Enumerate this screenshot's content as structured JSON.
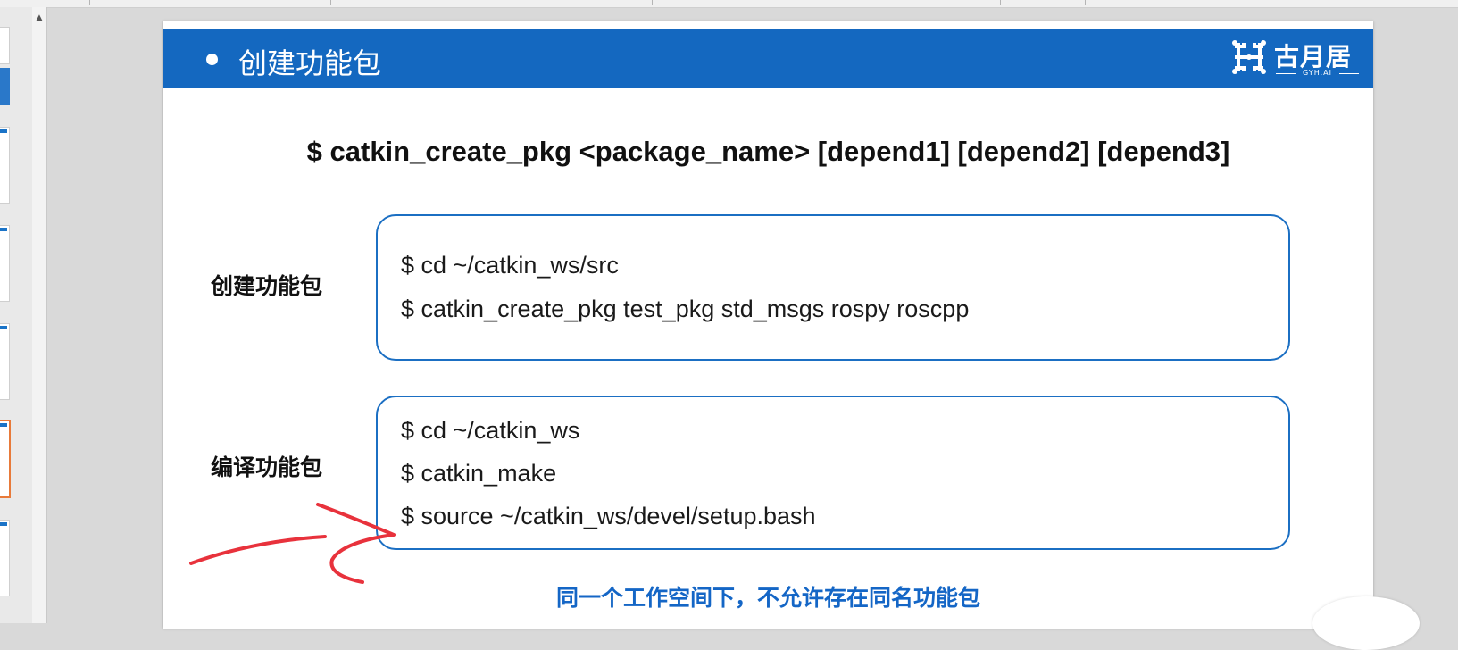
{
  "slide": {
    "title": "创建功能包",
    "logo": {
      "name": "古月居",
      "sub": "GYH.AI"
    },
    "command": "$ catkin_create_pkg <package_name> [depend1] [depend2] [depend3]",
    "sections": [
      {
        "label": "创建功能包",
        "lines": [
          "$ cd ~/catkin_ws/src",
          "$ catkin_create_pkg test_pkg std_msgs rospy roscpp"
        ]
      },
      {
        "label": "编译功能包",
        "lines": [
          "$ cd ~/catkin_ws",
          "$ catkin_make",
          "$ source ~/catkin_ws/devel/setup.bash"
        ]
      }
    ],
    "note": "同一个工作空间下，不允许存在同名功能包"
  },
  "colors": {
    "header_blue": "#1468c0",
    "box_border": "#1b6fc3",
    "note_blue": "#1466c6",
    "annotation_red": "#e8323c",
    "selected_thumb": "#e87a3a"
  },
  "icons": {
    "scroll_up": "scroll-up-arrow-icon",
    "bullet": "bullet-dot-icon",
    "logo_mark": "gyh-logo-mark-icon",
    "annotation": "red-arrow-annotation-icon"
  }
}
